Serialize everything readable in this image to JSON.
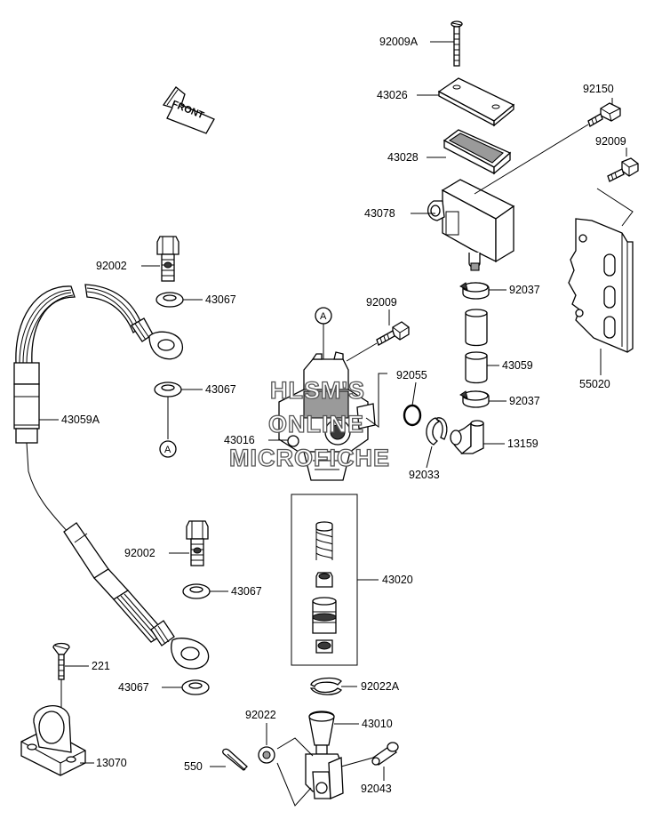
{
  "parts": {
    "p92009A": "92009A",
    "p43026": "43026",
    "p43028": "43028",
    "p43078": "43078",
    "p92150": "92150",
    "p92009_top": "92009",
    "p92037_a": "92037",
    "p43059": "43059",
    "p92037_b": "92037",
    "p13159": "13159",
    "p55020": "55020",
    "p92002_a": "92002",
    "p43067_a": "43067",
    "p43067_b": "43067",
    "p43059A": "43059A",
    "p92009_mid": "92009",
    "p92055": "92055",
    "p43016": "43016",
    "p92033": "92033",
    "p43020": "43020",
    "p92002_b": "92002",
    "p43067_c": "43067",
    "p221": "221",
    "p43067_d": "43067",
    "p92022A": "92022A",
    "p92022": "92022",
    "p43010": "43010",
    "p550": "550",
    "p13070": "13070",
    "p92043": "92043"
  },
  "markers": {
    "ref_a_top": "A",
    "ref_a_left": "A"
  },
  "front_arrow": "FRONT",
  "watermark": {
    "line1": "HLSM'S",
    "line2": "ONLINE",
    "line3": "MICROFICHE"
  }
}
